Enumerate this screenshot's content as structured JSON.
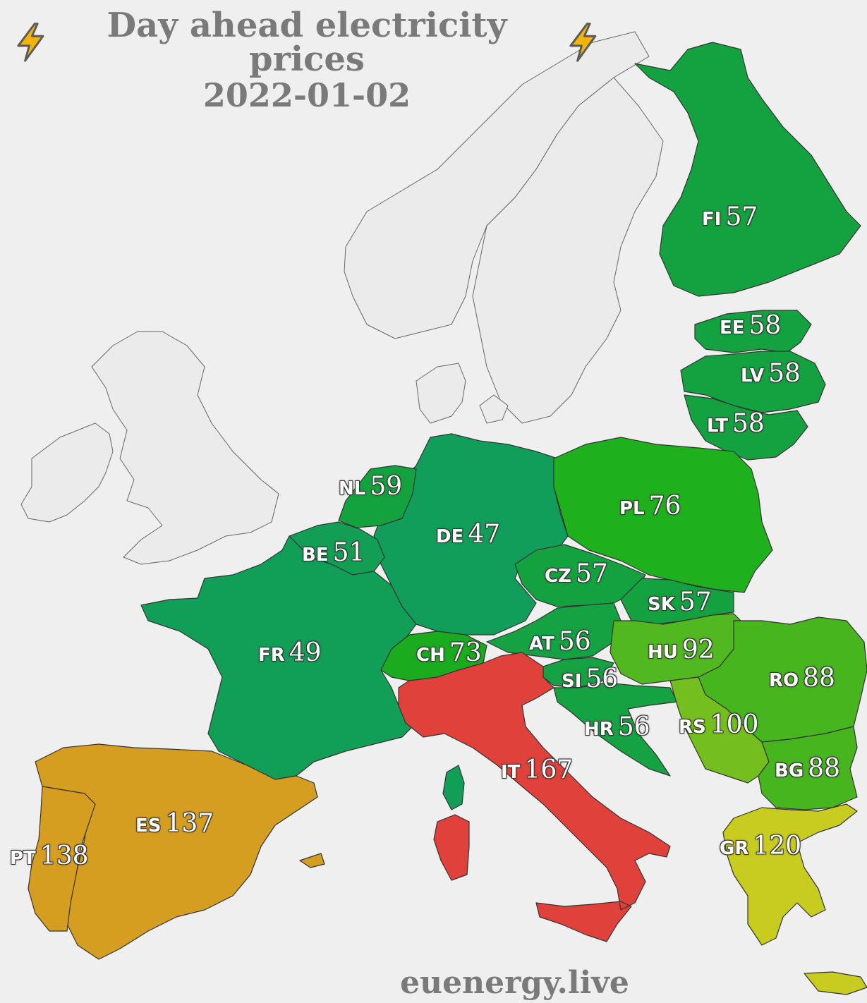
{
  "title": {
    "line1": "Day ahead electricity prices",
    "date": "2022-01-02"
  },
  "footer": "euenergy.live",
  "icons": {
    "title_left": "lightning-bolt-icon",
    "title_right": "lightning-bolt-icon"
  },
  "colors": {
    "background": "#efefef",
    "land": "#ebebeb",
    "bolt": "#f4b400"
  },
  "countries": {
    "FI": {
      "code": "FI",
      "price": "57",
      "color": "#14a241"
    },
    "EE": {
      "code": "EE",
      "price": "58",
      "color": "#14a241"
    },
    "LV": {
      "code": "LV",
      "price": "58",
      "color": "#14a241"
    },
    "LT": {
      "code": "LT",
      "price": "58",
      "color": "#14a241"
    },
    "NL": {
      "code": "NL",
      "price": "59",
      "color": "#13a23e"
    },
    "DE": {
      "code": "DE",
      "price": "47",
      "color": "#119e5a"
    },
    "BE": {
      "code": "BE",
      "price": "51",
      "color": "#129e54"
    },
    "PL": {
      "code": "PL",
      "price": "76",
      "color": "#1fb01d"
    },
    "CZ": {
      "code": "CZ",
      "price": "57",
      "color": "#14a241"
    },
    "SK": {
      "code": "SK",
      "price": "57",
      "color": "#14a241"
    },
    "FR": {
      "code": "FR",
      "price": "49",
      "color": "#119e57"
    },
    "CH": {
      "code": "CH",
      "price": "73",
      "color": "#1aab1f"
    },
    "AT": {
      "code": "AT",
      "price": "56",
      "color": "#14a243"
    },
    "HU": {
      "code": "HU",
      "price": "92",
      "color": "#51b91f"
    },
    "RO": {
      "code": "RO",
      "price": "88",
      "color": "#47b51e"
    },
    "SI": {
      "code": "SI",
      "price": "56",
      "color": "#14a243"
    },
    "HR": {
      "code": "HR",
      "price": "56",
      "color": "#14a243"
    },
    "RS": {
      "code": "RS",
      "price": "100",
      "color": "#74bf1d"
    },
    "BG": {
      "code": "BG",
      "price": "88",
      "color": "#47b51e"
    },
    "IT": {
      "code": "IT",
      "price": "167",
      "color": "#e0413a"
    },
    "ES": {
      "code": "ES",
      "price": "137",
      "color": "#d69e21"
    },
    "PT": {
      "code": "PT",
      "price": "138",
      "color": "#d69e21"
    },
    "GR": {
      "code": "GR",
      "price": "120",
      "color": "#c8cc1e"
    }
  }
}
